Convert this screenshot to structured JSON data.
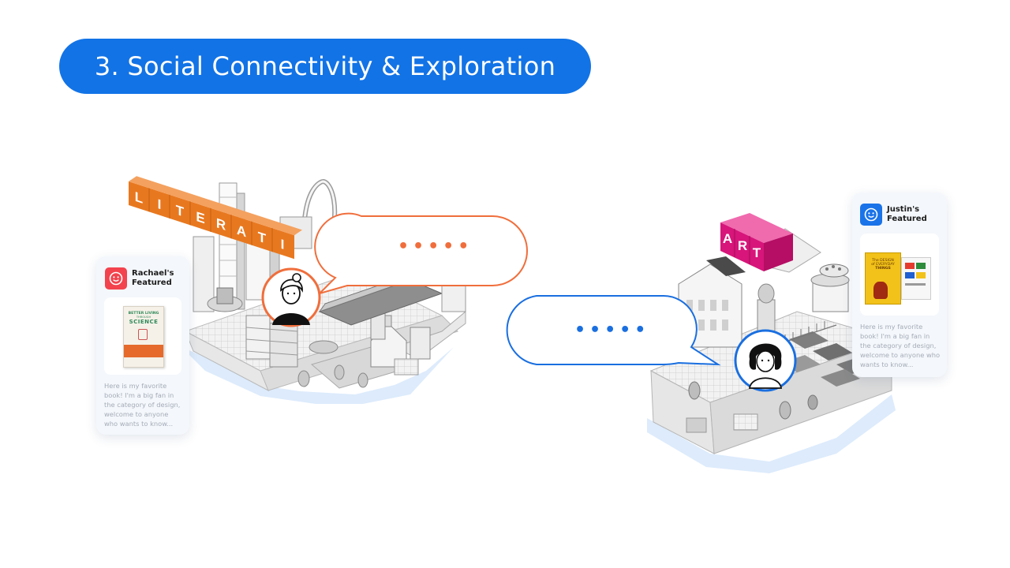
{
  "slide": {
    "title": "3. Social Connectivity & Exploration"
  },
  "colors": {
    "pill_blue": "#1273e6",
    "literature_orange": "#e8781f",
    "art_magenta": "#d7157a",
    "bubble_orange": "#f06e3c",
    "bubble_blue": "#1a6fe0",
    "rachael_icon": "#f2434e",
    "justin_icon": "#1a73e8"
  },
  "left_scene": {
    "label_letters": [
      "L",
      "I",
      "T",
      "E",
      "R",
      "A",
      "T",
      "I"
    ],
    "speech_bubble_dots": "•••••"
  },
  "right_scene": {
    "label_letters": [
      "A",
      "R",
      "T"
    ],
    "speech_bubble_dots": "•••••"
  },
  "cards": {
    "rachael": {
      "title": "Rachael's Featured",
      "icon": "smiley-icon",
      "book": {
        "line1": "BETTER LIVING",
        "line2": "THROUGH",
        "line3": "SCIENCE"
      },
      "description": "Here is my favorite book! I'm a big fan in the category of design, welcome to anyone who wants to know..."
    },
    "justin": {
      "title": "Justin's Featured",
      "icon": "smiley-icon",
      "book": {
        "line1": "The DESIGN",
        "line2": "of EVERYDAY",
        "line3": "THINGS"
      },
      "description": "Here is my favorite book! I'm a big fan in the category of design, welcome to anyone who wants to know..."
    }
  }
}
